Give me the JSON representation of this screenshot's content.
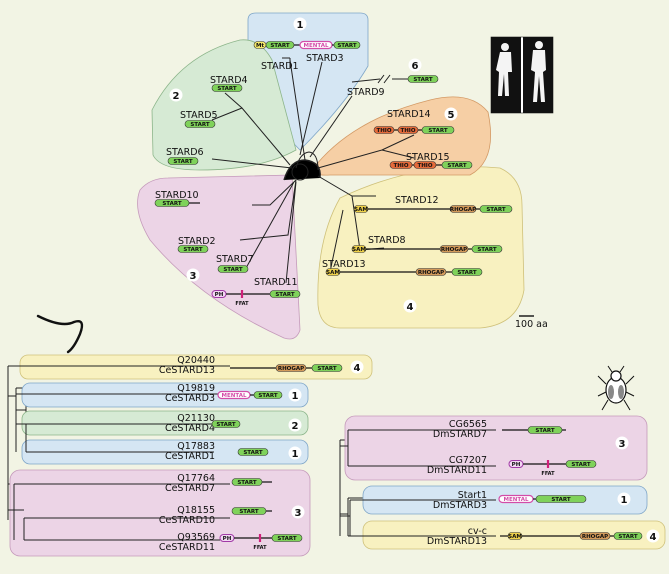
{
  "colors": {
    "background": "#f2f4e4",
    "group1": "#d5e6f3",
    "group2": "#d6ead4",
    "group3": "#ecd4e6",
    "group4": "#f8f1c0",
    "group5": "#f6cfa5",
    "start": "#7fd25a",
    "rhogap": "#d39a5a",
    "sam": "#f0d24a",
    "thio": "#e46a3a",
    "mental": "#d34ca8",
    "ph": "#d48ad6",
    "mt": "#f5e96a"
  },
  "icons": [
    "human-figures-icon",
    "worm-icon",
    "fly-icon"
  ],
  "domains": {
    "start": "START",
    "rhogap": "RHOGAP",
    "sam": "SAM",
    "thio": "THIO",
    "mental": "MENTAL",
    "ph": "PH",
    "mt": "Mt",
    "ffat": "FFAT"
  },
  "scale_bar": "100 aa",
  "human_tree": {
    "groups": [
      {
        "number": "1",
        "proteins": [
          "STARD1",
          "STARD3"
        ]
      },
      {
        "number": "2",
        "proteins": [
          "STARD4",
          "STARD5",
          "STARD6"
        ]
      },
      {
        "number": "3",
        "proteins": [
          "STARD10",
          "STARD2",
          "STARD7",
          "STARD11"
        ]
      },
      {
        "number": "4",
        "proteins": [
          "STARD12",
          "STARD8",
          "STARD13"
        ]
      },
      {
        "number": "5",
        "proteins": [
          "STARD14",
          "STARD15"
        ]
      },
      {
        "number": "6",
        "proteins": [
          "STARD9"
        ]
      }
    ]
  },
  "worm_tree": {
    "rows": [
      {
        "id": "Q20440",
        "name": "CeSTARD13",
        "group": "4"
      },
      {
        "id": "Q19819",
        "name": "CeSTARD3",
        "group": "1"
      },
      {
        "id": "Q21130",
        "name": "CeSTARD4",
        "group": "2"
      },
      {
        "id": "Q17883",
        "name": "CeSTARD1",
        "group": "1"
      },
      {
        "id": "Q17764",
        "name": "CeSTARD7",
        "group": "3"
      },
      {
        "id": "Q18155",
        "name": "CeSTARD10",
        "group": ""
      },
      {
        "id": "Q93569",
        "name": "CeSTARD11",
        "group": ""
      }
    ]
  },
  "fly_tree": {
    "rows": [
      {
        "id": "CG6565",
        "name": "DmSTARD7",
        "group": "3"
      },
      {
        "id": "CG7207",
        "name": "DmSTARD11",
        "group": ""
      },
      {
        "id": "Start1",
        "name": "DmSTARD3",
        "group": "1"
      },
      {
        "id": "cv-c",
        "name": "DmSTARD13",
        "group": "4"
      }
    ]
  }
}
